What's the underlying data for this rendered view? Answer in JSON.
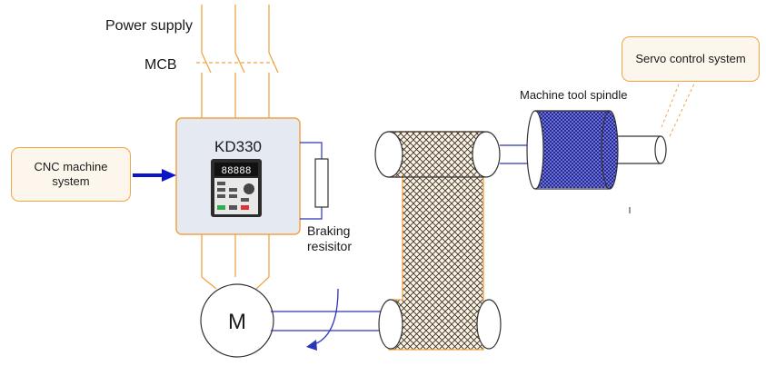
{
  "labels": {
    "power_supply": "Power supply",
    "mcb": "MCB",
    "inverter_model": "KD330",
    "cnc_system_line1": "CNC machine",
    "cnc_system_line2": "system",
    "braking_line1": "Braking",
    "braking_line2": "resisitor",
    "spindle": "Machine tool spindle",
    "servo": "Servo control system",
    "motor": "M"
  },
  "keypad_display": "88888",
  "colors": {
    "power_line": "#f0a446",
    "box_border": "#f0a446",
    "box_fill": "#fdf6ec",
    "inverter_fill": "#e4e9f2",
    "signal_arrow": "#0a14c8",
    "wire_blue": "#2a36b8",
    "belt_hatch": "#2a2a2a",
    "belt_fill": "#fff3df",
    "spindle_blue": "#1c1c8a"
  }
}
